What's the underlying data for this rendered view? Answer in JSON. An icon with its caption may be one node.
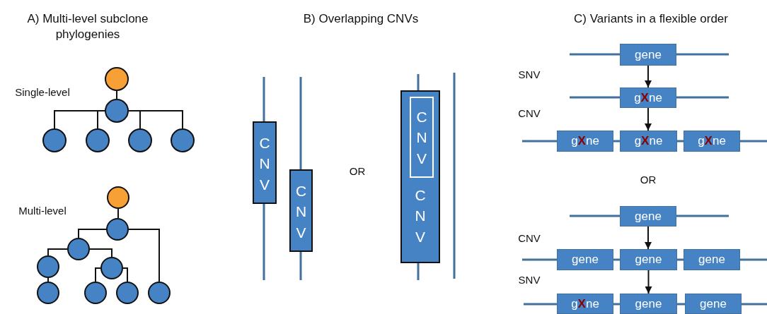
{
  "diagram": {
    "nodes": [
      {
        "text": [],
        "shape": "circle"
      },
      {
        "text": [],
        "shape": "circle"
      },
      {
        "text": [],
        "shape": "circle"
      },
      {
        "text": [],
        "shape": "circle"
      },
      {
        "text": [],
        "shape": "circle"
      },
      {
        "text": [],
        "shape": "circle"
      },
      {
        "text": [],
        "shape": "circle"
      },
      {
        "text": [],
        "shape": "circle"
      },
      {
        "text": [],
        "shape": "circle"
      },
      {
        "text": [],
        "shape": "circle"
      },
      {
        "text": [],
        "shape": "circle"
      },
      {
        "text": [],
        "shape": "circle"
      },
      {
        "text": [],
        "shape": "circle"
      },
      {
        "text": [],
        "shape": "circle"
      },
      {
        "text": [],
        "shape": "circle"
      },
      {
        "text": [
          "CNV"
        ]
      },
      {
        "text": [
          "CNV"
        ]
      },
      {
        "text": [
          "CNV"
        ]
      },
      {
        "text": [
          "CNV"
        ],
        "in": 17
      },
      {
        "text": [
          "gene"
        ]
      },
      {
        "text": [
          "g**X**ne"
        ]
      },
      {
        "text": [
          "g**X**ne"
        ]
      },
      {
        "text": [
          "g**X**ne"
        ]
      },
      {
        "text": [
          "g**X**ne"
        ]
      },
      {
        "text": [
          "gene"
        ]
      },
      {
        "text": [
          "gene"
        ]
      },
      {
        "text": [
          "gene"
        ]
      },
      {
        "text": [
          "gene"
        ]
      },
      {
        "text": [
          "g**X**ne"
        ]
      },
      {
        "text": [
          "gene"
        ]
      },
      {
        "text": [
          "gene"
        ]
      }
    ],
    "edges": [
      {
        "from": 0,
        "to": 1,
        "arrow": "none"
      },
      {
        "from": 1,
        "to": 2,
        "arrow": "none"
      },
      {
        "from": 1,
        "to": 3,
        "arrow": "none"
      },
      {
        "from": 1,
        "to": 4,
        "arrow": "none"
      },
      {
        "from": 1,
        "to": 5,
        "arrow": "none"
      },
      {
        "from": 6,
        "to": 7,
        "arrow": "none"
      },
      {
        "from": 7,
        "to": 8,
        "arrow": "none"
      },
      {
        "from": 7,
        "to": 14,
        "arrow": "none"
      },
      {
        "from": 8,
        "to": 9,
        "arrow": "none"
      },
      {
        "from": 8,
        "to": 10,
        "arrow": "none"
      },
      {
        "from": 9,
        "to": 11,
        "arrow": "none"
      },
      {
        "from": 10,
        "to": 12,
        "arrow": "none"
      },
      {
        "from": 10,
        "to": 13,
        "arrow": "none"
      },
      {
        "from": 19,
        "to": 20,
        "arrow": "to"
      },
      {
        "from": 20,
        "to": 22,
        "arrow": "to"
      },
      {
        "from": 24,
        "to": 26,
        "arrow": "to"
      },
      {
        "from": 26,
        "to": 29,
        "arrow": "to"
      }
    ],
    "labels": [
      "A) Multi-level subclone phylogenies",
      "B) Overlapping CNVs",
      "C) Variants in a flexible order",
      "Single-level",
      "SNV",
      "CNV",
      "OR",
      "OR",
      "Multi-level",
      "CNV",
      "SNV"
    ]
  }
}
